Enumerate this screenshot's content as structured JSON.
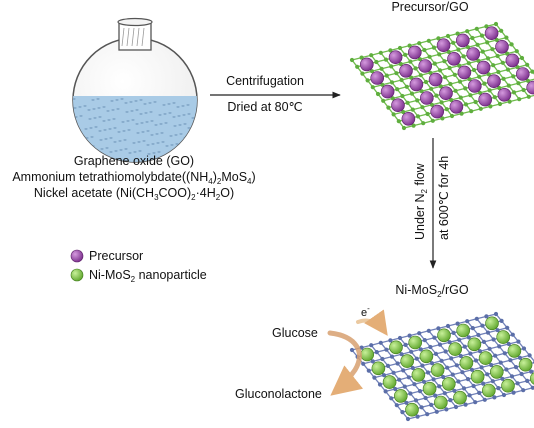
{
  "labels": {
    "precursor_go": "Precursor/GO",
    "centrifugation": "Centrifugation",
    "dried": "Dried at 80℃",
    "under_n2_pre": "Under N",
    "under_n2_sub": "2",
    "under_n2_post": " flow",
    "temp_time": "at 600℃ for 4h",
    "ni_mos2_rgo_pre": "Ni-MoS",
    "ni_mos2_rgo_sub": "2",
    "ni_mos2_rgo_post": "/rGO",
    "electron": "e",
    "electron_sup": "-",
    "glucose": "Glucose",
    "gluconolactone": "Gluconolactone"
  },
  "reagents": {
    "go": "Graphene oxide (GO)",
    "ammonium_pre": "Ammonium tetrathiomolybdate((NH",
    "ammonium_sub1": "4",
    "ammonium_mid": ")",
    "ammonium_sub2": "2",
    "ammonium_mos": "MoS",
    "ammonium_sub3": "4",
    "ammonium_post": ")",
    "nickel_pre": "Nickel acetate (Ni(CH",
    "nickel_sub1": "3",
    "nickel_coo": "COO)",
    "nickel_sub2": "2",
    "nickel_dot": "·4H",
    "nickel_sub3": "2",
    "nickel_post": "O)"
  },
  "legend": {
    "precursor": "Precursor",
    "nano_pre": "Ni-MoS",
    "nano_sub": "2",
    "nano_post": " nanoparticle"
  },
  "colors": {
    "precursor": "#8e3e9e",
    "nanoparticle": "#7dc242",
    "go_sheet": "#5fae3e",
    "rgo_sheet": "#5b6ea8",
    "arrow": "#222222",
    "reaction_arrow": "#e0a060",
    "solution": "#a9cbe6"
  }
}
